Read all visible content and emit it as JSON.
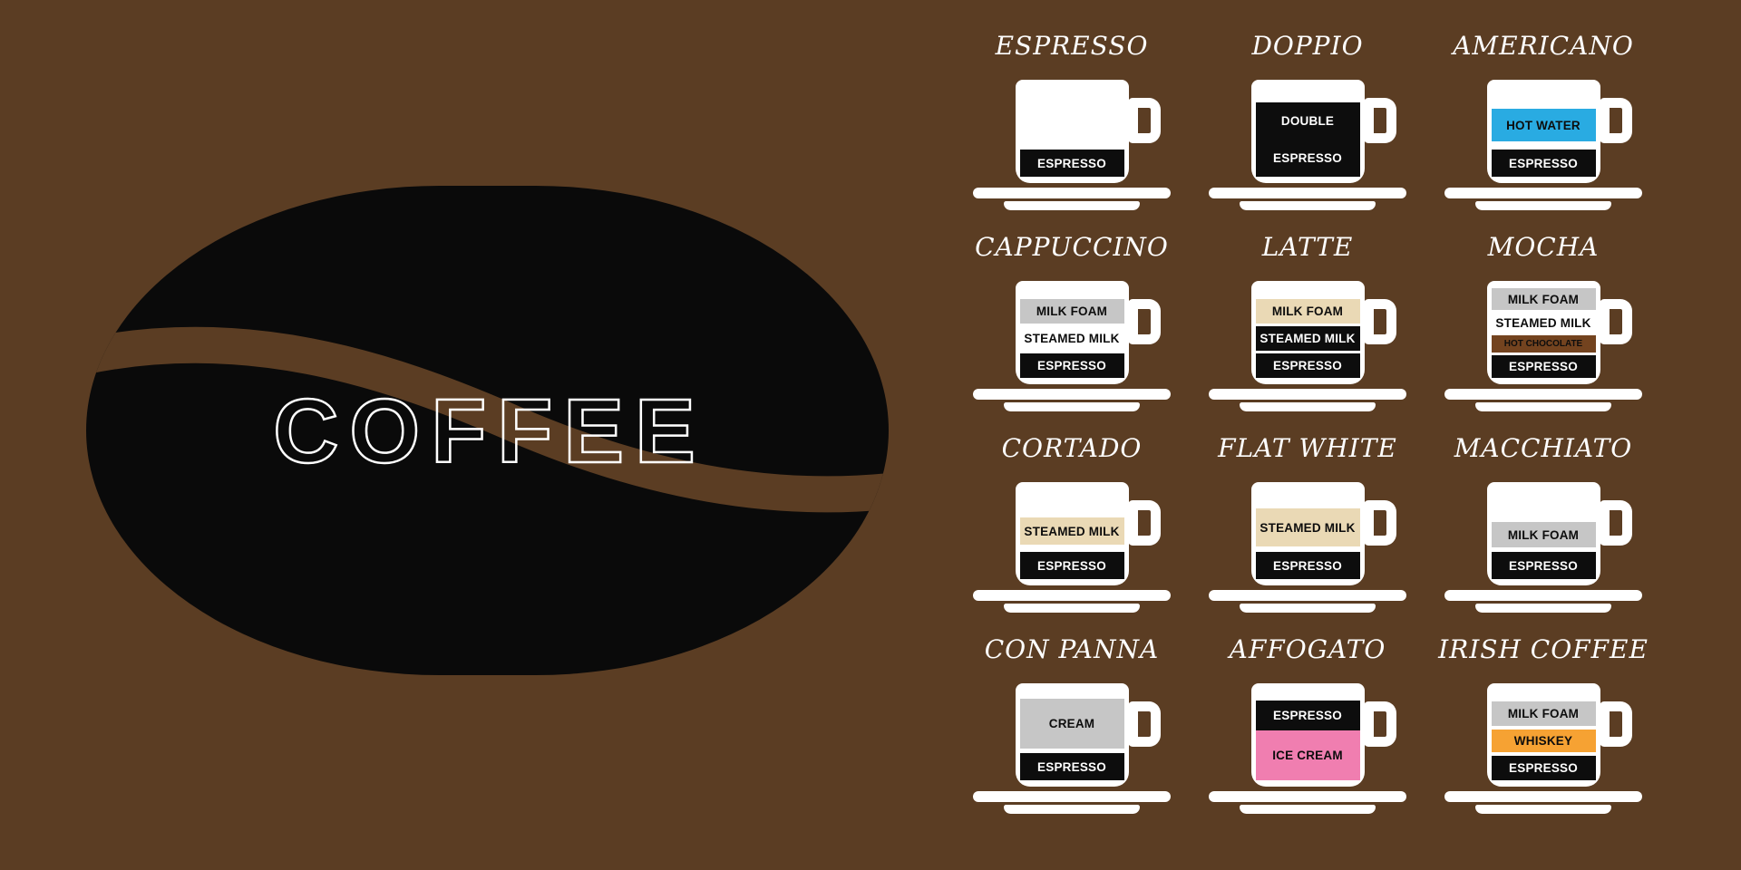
{
  "palette": {
    "bg": "#5b3d23",
    "bean": "#0a0a0a",
    "white": "#ffffff",
    "black_layer": "#0d0d0d",
    "hot_water_blue": "#29abe2",
    "milk_foam_gray": "#c6c6c6",
    "steamed_milk_cream": "#ead9b5",
    "hot_chocolate_brown": "#73431f",
    "ice_cream_pink": "#f07eb0",
    "whiskey_orange": "#f6a233"
  },
  "bean": {
    "title": "COFFEE"
  },
  "drinks": [
    {
      "name": "ESPRESSO",
      "layers": [
        {
          "label": "ESPRESSO",
          "bg": "#0d0d0d",
          "fg": "#ffffff",
          "h": 30,
          "mt": 0
        }
      ]
    },
    {
      "name": "DOPPIO",
      "layers": [
        {
          "label": "DOUBLE",
          "bg": "#0d0d0d",
          "fg": "#ffffff",
          "h": 41,
          "mt": 0
        },
        {
          "label": "ESPRESSO",
          "bg": "#0d0d0d",
          "fg": "#ffffff",
          "h": 41,
          "mt": 0
        }
      ]
    },
    {
      "name": "AMERICANO",
      "layers": [
        {
          "label": "HOT WATER",
          "bg": "#29abe2",
          "fg": "#0d0d0d",
          "h": 36,
          "mt": 0
        },
        {
          "label": "ESPRESSO",
          "bg": "#0d0d0d",
          "fg": "#ffffff",
          "h": 30,
          "mt": 9
        }
      ]
    },
    {
      "name": "CAPPUCCINO",
      "layers": [
        {
          "label": "MILK FOAM",
          "bg": "#c6c6c6",
          "fg": "#0d0d0d",
          "h": 27,
          "mt": 0
        },
        {
          "label": "STEAMED MILK",
          "bg": "#ffffff",
          "fg": "#0d0d0d",
          "h": 27,
          "mt": 3
        },
        {
          "label": "ESPRESSO",
          "bg": "#0d0d0d",
          "fg": "#ffffff",
          "h": 27,
          "mt": 3
        }
      ]
    },
    {
      "name": "LATTE",
      "layers": [
        {
          "label": "MILK FOAM",
          "bg": "#ead9b5",
          "fg": "#0d0d0d",
          "h": 27,
          "mt": 0
        },
        {
          "label": "STEAMED MILK",
          "bg": "#0d0d0d",
          "fg": "#ffffff",
          "h": 27,
          "mt": 3
        },
        {
          "label": "ESPRESSO",
          "bg": "#0d0d0d",
          "fg": "#ffffff",
          "h": 27,
          "mt": 3
        }
      ]
    },
    {
      "name": "MOCHA",
      "layers": [
        {
          "label": "MILK FOAM",
          "bg": "#c6c6c6",
          "fg": "#0d0d0d",
          "h": 24,
          "mt": 0
        },
        {
          "label": "STEAMED MILK",
          "bg": "#ffffff",
          "fg": "#0d0d0d",
          "h": 22,
          "mt": 3
        },
        {
          "label": "HOT CHOCOLATE",
          "bg": "#73431f",
          "fg": "#0d0d0d",
          "h": 19,
          "mt": 3,
          "small": true
        },
        {
          "label": "ESPRESSO",
          "bg": "#0d0d0d",
          "fg": "#ffffff",
          "h": 25,
          "mt": 3
        }
      ]
    },
    {
      "name": "CORTADO",
      "layers": [
        {
          "label": "STEAMED MILK",
          "bg": "#ead9b5",
          "fg": "#0d0d0d",
          "h": 30,
          "mt": 0
        },
        {
          "label": "ESPRESSO",
          "bg": "#0d0d0d",
          "fg": "#ffffff",
          "h": 30,
          "mt": 8
        }
      ]
    },
    {
      "name": "FLAT WHITE",
      "layers": [
        {
          "label": "STEAMED MILK",
          "bg": "#ead9b5",
          "fg": "#0d0d0d",
          "h": 42,
          "mt": 0
        },
        {
          "label": "ESPRESSO",
          "bg": "#0d0d0d",
          "fg": "#ffffff",
          "h": 30,
          "mt": 6
        }
      ]
    },
    {
      "name": "MACCHIATO",
      "layers": [
        {
          "label": "MILK FOAM",
          "bg": "#c6c6c6",
          "fg": "#0d0d0d",
          "h": 28,
          "mt": 0
        },
        {
          "label": "ESPRESSO",
          "bg": "#0d0d0d",
          "fg": "#ffffff",
          "h": 30,
          "mt": 5
        }
      ]
    },
    {
      "name": "CON PANNA",
      "layers": [
        {
          "label": "CREAM",
          "bg": "#c6c6c6",
          "fg": "#0d0d0d",
          "h": 55,
          "mt": 0
        },
        {
          "label": "ESPRESSO",
          "bg": "#0d0d0d",
          "fg": "#ffffff",
          "h": 30,
          "mt": 5
        }
      ]
    },
    {
      "name": "AFFOGATO",
      "layers": [
        {
          "label": "ESPRESSO",
          "bg": "#0d0d0d",
          "fg": "#ffffff",
          "h": 33,
          "mt": 0
        },
        {
          "label": "ICE CREAM",
          "bg": "#f07eb0",
          "fg": "#0d0d0d",
          "h": 55,
          "mt": 0
        }
      ]
    },
    {
      "name": "IRISH COFFEE",
      "layers": [
        {
          "label": "MILK FOAM",
          "bg": "#c6c6c6",
          "fg": "#0d0d0d",
          "h": 27,
          "mt": 0
        },
        {
          "label": "WHISKEY",
          "bg": "#f6a233",
          "fg": "#0d0d0d",
          "h": 25,
          "mt": 4
        },
        {
          "label": "ESPRESSO",
          "bg": "#0d0d0d",
          "fg": "#ffffff",
          "h": 27,
          "mt": 4
        }
      ]
    }
  ]
}
